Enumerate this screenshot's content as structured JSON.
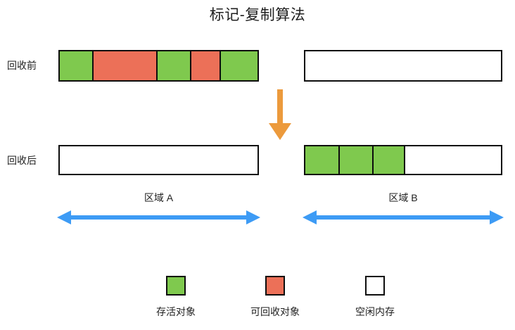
{
  "title": "标记-复制算法",
  "colors": {
    "live": "#7FC94E",
    "garbage": "#EC7058",
    "free": "#FFFFFF",
    "outline": "#0D0D0D",
    "copy_arrow": "#EC9A3C",
    "span_arrow": "#3D9BF5",
    "text": "#1F1F1F"
  },
  "rows": {
    "before_label": "回收前",
    "after_label": "回收后"
  },
  "bars": {
    "before_region_a": {
      "name": "回收前-区域A",
      "cells": [
        {
          "type": "live",
          "width_pct": 17.0
        },
        {
          "type": "garbage",
          "width_pct": 32.6
        },
        {
          "type": "live",
          "width_pct": 16.9
        },
        {
          "type": "garbage",
          "width_pct": 15.1
        },
        {
          "type": "live",
          "width_pct": 18.4
        }
      ]
    },
    "before_region_b": {
      "name": "回收前-区域B",
      "cells": [
        {
          "type": "free",
          "width_pct": 100
        }
      ]
    },
    "after_region_a": {
      "name": "回收后-区域A",
      "cells": [
        {
          "type": "free",
          "width_pct": 100
        }
      ]
    },
    "after_region_b": {
      "name": "回收后-区域B",
      "cells": [
        {
          "type": "live",
          "width_pct": 17.8
        },
        {
          "type": "live",
          "width_pct": 17.0
        },
        {
          "type": "live",
          "width_pct": 16.3
        },
        {
          "type": "free",
          "width_pct": 48.9
        }
      ]
    }
  },
  "regions": {
    "a_label": "区域 A",
    "b_label": "区域 B"
  },
  "arrows": {
    "copy_arrow_name": "copy-down-arrow",
    "span_a_name": "region-a-span-arrow",
    "span_b_name": "region-b-span-arrow"
  },
  "legend": {
    "items": [
      {
        "key": "live",
        "label": "存活对象",
        "color": "#7FC94E"
      },
      {
        "key": "garbage",
        "label": "可回收对象",
        "color": "#EC7058"
      },
      {
        "key": "free",
        "label": "空闲内存",
        "color": "#FFFFFF"
      }
    ]
  }
}
